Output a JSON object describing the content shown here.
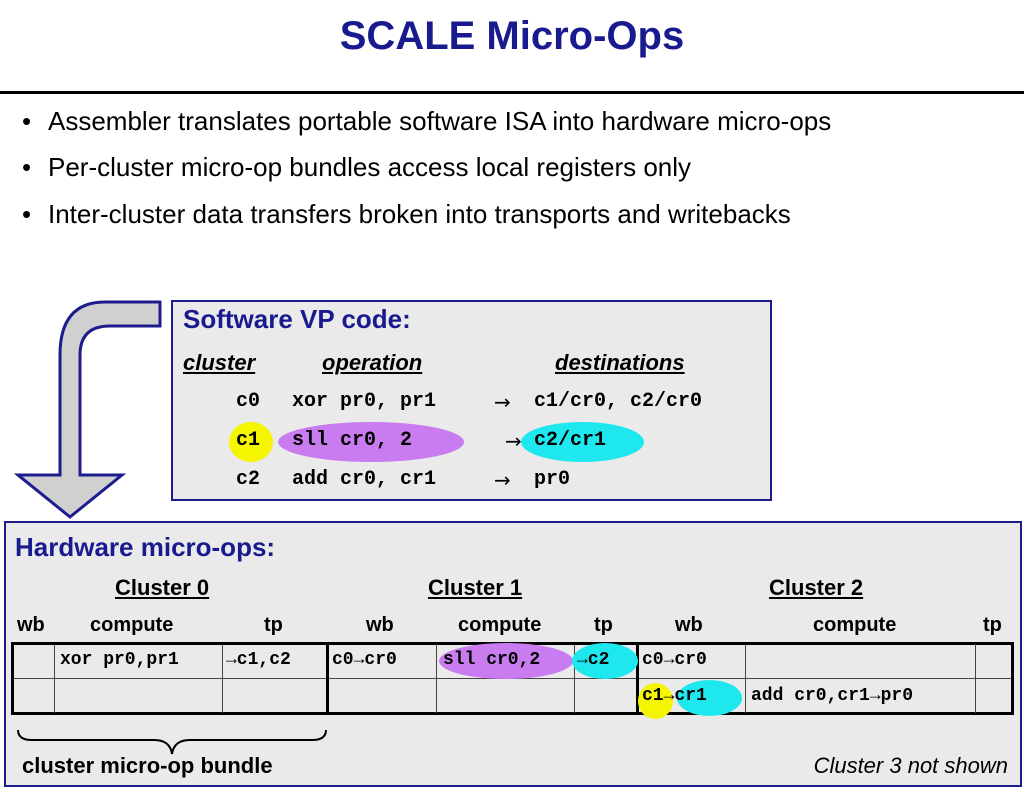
{
  "title": "SCALE Micro-Ops",
  "bullets": [
    "Assembler translates portable software ISA into hardware micro-ops",
    "Per-cluster micro-op bundles access local registers only",
    "Inter-cluster data transfers broken into transports and writebacks"
  ],
  "bullet_glyph": "•",
  "software": {
    "title": "Software VP code:",
    "headers": {
      "cluster": "cluster",
      "operation": "operation",
      "destinations": "destinations"
    },
    "rows": [
      {
        "cluster": "c0",
        "op": "xor pr0, pr1",
        "arrow": "→",
        "dest": "c1/cr0, c2/cr0"
      },
      {
        "cluster": "c1",
        "op": "sll cr0, 2",
        "arrow": "→",
        "dest": "c2/cr1"
      },
      {
        "cluster": "c2",
        "op": "add cr0, cr1",
        "arrow": "→",
        "dest": "pr0"
      }
    ]
  },
  "hardware": {
    "title": "Hardware micro-ops:",
    "clusters": [
      "Cluster 0",
      "Cluster 1",
      "Cluster 2"
    ],
    "cols": [
      "wb",
      "compute",
      "tp",
      "wb",
      "compute",
      "tp",
      "wb",
      "compute",
      "tp"
    ],
    "rows": [
      [
        "",
        "xor pr0,pr1",
        "→c1,c2",
        "c0→cr0",
        "sll cr0,2",
        "→c2",
        "c0→cr0",
        "",
        ""
      ],
      [
        "",
        "",
        "",
        "",
        "",
        "",
        "c1→cr1",
        "add cr0,cr1→pr0",
        ""
      ]
    ],
    "bundle_label": "cluster micro-op bundle",
    "footnote": "Cluster 3 not shown"
  },
  "colors": {
    "title": "#1a1a8f",
    "box_bg": "#eaeaea",
    "yellow": "#f5f500",
    "violet": "#c87cf0",
    "cyan": "#1ee8ee",
    "arrow_fill": "#d0d0d0",
    "arrow_stroke": "#1c1c8c"
  }
}
